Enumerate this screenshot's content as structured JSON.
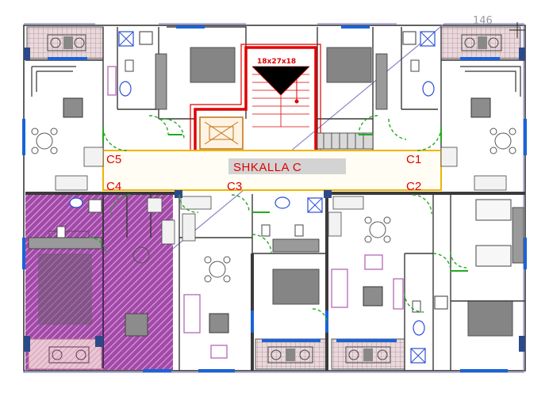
{
  "plan": {
    "stair_label": "SHKALLA C",
    "stair_dimension": "18x27x18",
    "corner_number": "146",
    "units": [
      {
        "id": "C5",
        "label": "C5"
      },
      {
        "id": "C1",
        "label": "C1"
      },
      {
        "id": "C4",
        "label": "C4"
      },
      {
        "id": "C3",
        "label": "C3"
      },
      {
        "id": "C2",
        "label": "C2"
      }
    ]
  },
  "colors": {
    "wall": "#3a3a3a",
    "stair_outline": "#e00000",
    "corridor_outline": "#f0b400",
    "label_red": "#e00000",
    "purple_hatch": "#b04ab0",
    "door_swing": "#22aa22",
    "glass_blue": "#1a63d6",
    "furniture_gray": "#6b6b6b",
    "sanitary_blue": "#2b4fd6",
    "balcony_tile": "#c9a9b0"
  }
}
